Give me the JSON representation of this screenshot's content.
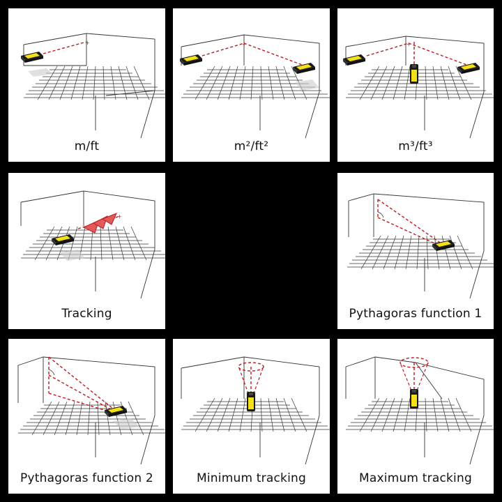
{
  "panels": [
    {
      "caption": "m/ft",
      "icon": "distance-measure-icon"
    },
    {
      "caption": "m²/ft²",
      "icon": "area-measure-icon"
    },
    {
      "caption": "m³/ft³",
      "icon": "volume-measure-icon"
    },
    {
      "caption": "Tracking",
      "icon": "tracking-icon"
    },
    {
      "caption": "Pythagoras function 1",
      "icon": "pythagoras-1-icon"
    },
    {
      "caption": "Pythagoras function 2",
      "icon": "pythagoras-2-icon"
    },
    {
      "caption": "Minimum tracking",
      "icon": "minimum-tracking-icon"
    },
    {
      "caption": "Maximum tracking",
      "icon": "maximum-tracking-icon"
    }
  ],
  "colors": {
    "background": "#000000",
    "panel": "#ffffff",
    "laser": "#c0191e",
    "device_yellow": "#f5e11b",
    "device_body": "#1a1a1a",
    "arrow_fill": "#e05a5a"
  }
}
